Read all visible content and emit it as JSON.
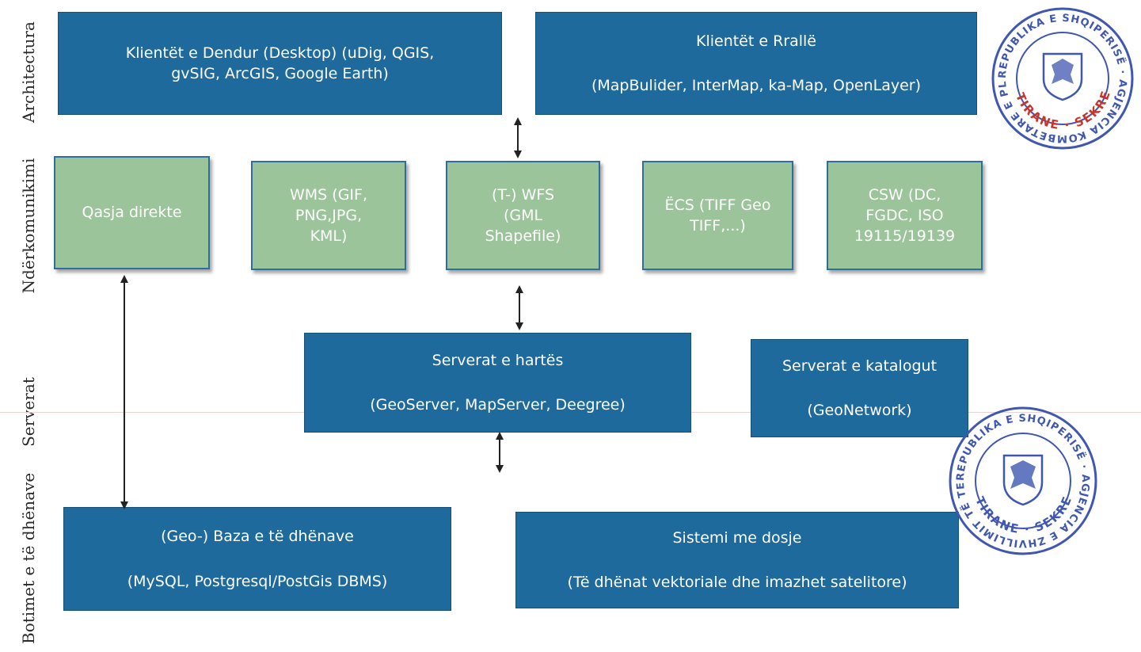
{
  "layers": {
    "architecture": "Architectura",
    "interface": "Ndërkomunikimi",
    "servers": "Serverat",
    "data": "Botimet e të dhënave"
  },
  "clients": {
    "desktop": {
      "line1": "Klientët e Dendur (Desktop) (uDig, QGIS,",
      "line2": "gvSIG, ArcGIS, Google Earth)"
    },
    "thin": {
      "title": "Klientët e Rrallë",
      "detail": "(MapBulider, InterMap, ka-Map, OpenLayer)"
    }
  },
  "services": [
    {
      "lines": [
        "Qasja direkte"
      ]
    },
    {
      "lines": [
        "WMS (GIF,",
        "PNG,JPG,",
        "KML)"
      ]
    },
    {
      "lines": [
        "(T-) WFS",
        "(GML",
        "Shapefile)"
      ]
    },
    {
      "lines": [
        "ËCS (TIFF Geo",
        "TIFF,...)"
      ]
    },
    {
      "lines": [
        "CSW (DC,",
        "FGDC, ISO",
        "19115/19139"
      ]
    }
  ],
  "servers": {
    "map": {
      "title": "Serverat e hartës",
      "detail": "(GeoServer, MapServer, Deegree)"
    },
    "catalog": {
      "title": "Serverat e katalogut",
      "detail": "(GeoNetwork)"
    }
  },
  "storage": {
    "database": {
      "title": "(Geo-) Baza e të dhënave",
      "detail": "(MySQL, Postgresql/PostGis DBMS)"
    },
    "files": {
      "title": "Sistemi me dosje",
      "detail": "(Të dhënat vektoriale dhe imazhet satelitore)"
    }
  },
  "stamps": [
    {
      "text": "REPUBLIKA E SHQIPERISË · AGJENCIA KOMBETARE E PLANIFIKIMIT TË TERRITORIT",
      "bottom": "TIRANE · SEKRETARIA"
    },
    {
      "text": "REPUBLIKA E SHQIPERISË · AGJENCIA E ZHVILLIMIT TË TERRITORIT",
      "bottom": "TIRANE · SEKRETARIA"
    }
  ],
  "colors": {
    "box_blue": "#1e6a9c",
    "box_green": "#9cc49a",
    "stamp_blue": "#3f57b0",
    "stamp_red": "#c8342b"
  }
}
